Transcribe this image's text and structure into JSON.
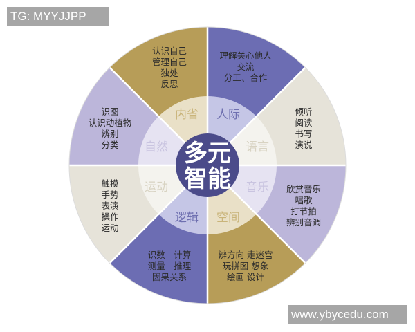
{
  "watermarks": {
    "top_left": "TG: MYYJJPP",
    "bottom_right": "www.ybycedu.com"
  },
  "diagram": {
    "title_line1": "多元",
    "title_line2": "智能",
    "colors": {
      "center": "#4b4b8a",
      "dark_blue": "#6c6db3",
      "gold": "#b79d58",
      "beige": "#e6e3d9",
      "lavender": "#bcb6da",
      "divider": "#ffffff"
    },
    "sectors": [
      {
        "name": "人际",
        "items": [
          "理解关心他人",
          "交流",
          "分工、合作"
        ]
      },
      {
        "name": "语言",
        "items": [
          "倾听",
          "阅读",
          "书写",
          "演说"
        ]
      },
      {
        "name": "音乐",
        "items": [
          "欣赏音乐",
          "唱歌",
          "打节拍",
          "辨别音调"
        ]
      },
      {
        "name": "空间",
        "items": [
          "辨方向 走迷宫",
          "玩拼图 想象",
          "绘画 设计"
        ]
      },
      {
        "name": "逻辑",
        "items": [
          "识数　计算",
          "测量　推理",
          "因果关系"
        ]
      },
      {
        "name": "运动",
        "items": [
          "触摸",
          "手势",
          "表演",
          "操作",
          "运动"
        ]
      },
      {
        "name": "自然",
        "items": [
          "识图",
          "认识动植物",
          "辨别",
          "分类"
        ]
      },
      {
        "name": "内省",
        "items": [
          "认识自己",
          "管理自己",
          "独处",
          "反思"
        ]
      }
    ]
  }
}
